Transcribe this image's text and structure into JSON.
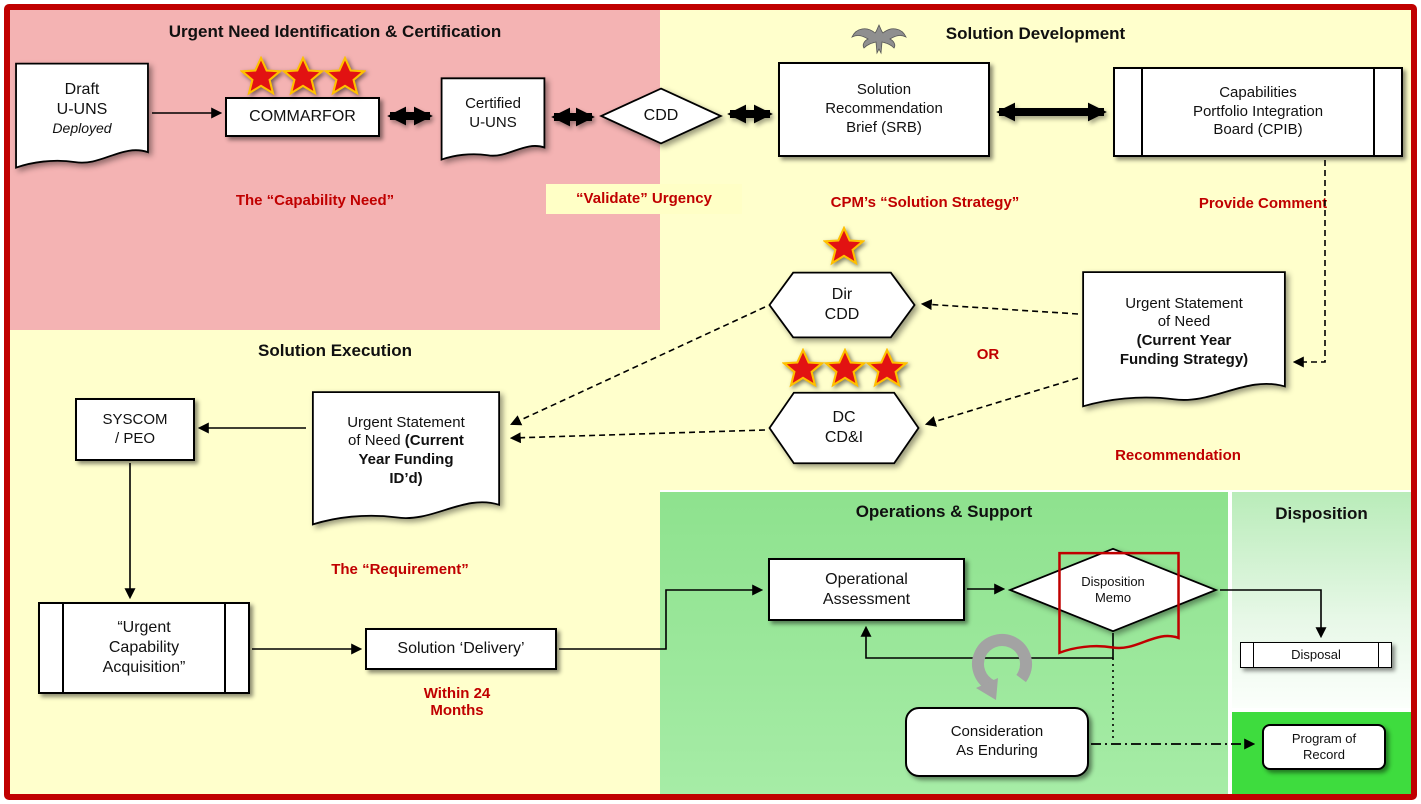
{
  "diagram": {
    "frame_color": "#C00000",
    "colors": {
      "identification_bg": "#F4B3B3",
      "development_bg": "#FFFFCC",
      "execution_bg": "#FFFFCC",
      "operations_bg": "#8EE28E",
      "disposition_bg": "#B9ECB9",
      "program_region_bg": "#3EDC3E",
      "annotation_red": "#C00000",
      "star_red": "#E21212",
      "star_gold": "#FFC000"
    }
  },
  "sections": {
    "identification": {
      "title": "Urgent Need Identification & Certification"
    },
    "development": {
      "title": "Solution Development"
    },
    "execution": {
      "title": "Solution Execution"
    },
    "operations": {
      "title": "Operations & Support"
    },
    "disposition": {
      "title": "Disposition"
    }
  },
  "nodes": {
    "draft_uuns": {
      "l1": "Draft",
      "l2": "U-UNS",
      "note": "Deployed"
    },
    "commarfor": {
      "label": "COMMARFOR"
    },
    "certified_uuns": {
      "l1": "Certified",
      "l2": "U-UNS"
    },
    "cdd": {
      "label": "CDD"
    },
    "srb": {
      "l1": "Solution",
      "l2": "Recommendation",
      "l3": "Brief (SRB)"
    },
    "cpib": {
      "l1": "Capabilities",
      "l2": "Portfolio Integration",
      "l3": "Board (CPIB)"
    },
    "uson_strategy": {
      "l1": "Urgent Statement",
      "l2": "of Need",
      "l3": "(Current Year",
      "l4": "Funding Strategy)"
    },
    "dir_cdd": {
      "l1": "Dir",
      "l2": "CDD"
    },
    "dc_cdi": {
      "l1": "DC",
      "l2": "CD&I"
    },
    "uson_idd": {
      "l1": "Urgent Statement",
      "l2a": "of Need ",
      "l2b": "(Current",
      "l3": "Year Funding",
      "l4": "ID’d)"
    },
    "syscom_peo": {
      "l1": "SYSCOM",
      "l2": "/ PEO"
    },
    "uca": {
      "l1": "“Urgent",
      "l2": "Capability",
      "l3": "Acquisition”"
    },
    "solution_delivery": {
      "label": "Solution ‘Delivery’"
    },
    "operational_assessment": {
      "l1": "Operational",
      "l2": "Assessment"
    },
    "disposition_memo": {
      "l1": "Disposition",
      "l2": "Memo"
    },
    "disposal": {
      "label": "Disposal"
    },
    "consideration_enduring": {
      "l1": "Consideration",
      "l2": "As Enduring"
    },
    "program_of_record": {
      "l1": "Program of",
      "l2": "Record"
    }
  },
  "annotations": {
    "capability_need": "The “Capability Need”",
    "validate_urgency": "“Validate” Urgency",
    "solution_strategy": "CPM’s “Solution Strategy”",
    "provide_comment": "Provide Comment",
    "or_label": "OR",
    "recommendation": "Recommendation",
    "requirement": "The “Requirement”",
    "within_24_l1": "Within 24",
    "within_24_l2": "Months"
  },
  "icons": {
    "stars_commarfor": "three-red-stars",
    "star_dir_cdd": "one-red-star",
    "stars_dc_cdi": "three-red-stars",
    "eagle": "colonel-eagle-insignia",
    "loop": "recurring-loop-arrow"
  }
}
